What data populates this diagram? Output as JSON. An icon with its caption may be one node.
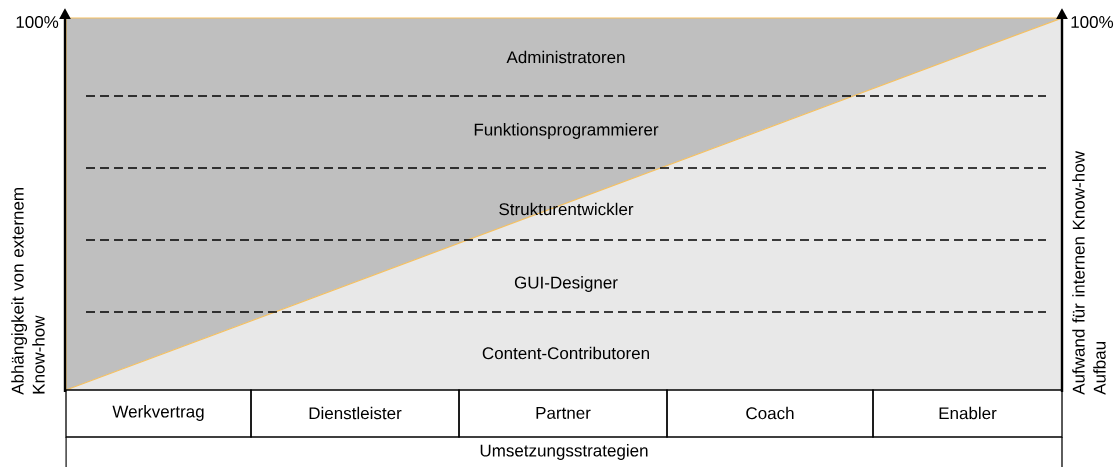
{
  "diagram": {
    "labels": [
      "100%",
      "100%",
      "Administratoren",
      "Funktionsprogrammierer",
      "Strukturentwickler",
      "GUI-Designer",
      "Content-Contributoren",
      "Abhängigkeit von externem Know-how",
      "Aufwand für internen Know-how Aufbau",
      "Werkvertrag",
      "Dienstleister",
      "Partner",
      "Coach",
      "Enabler",
      "Umsetzungsstrategien"
    ]
  }
}
